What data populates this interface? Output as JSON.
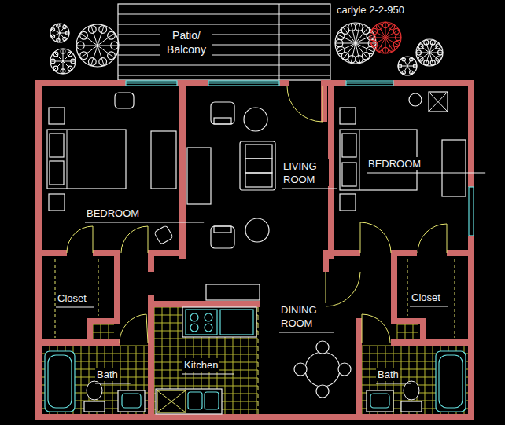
{
  "diagram": {
    "title": "carlyle 2-2-950",
    "labels": [
      "Patio/ Balcony",
      "BEDROOM",
      "LIVING ROOM",
      "BEDROOM",
      "Closet",
      "Closet",
      "DINING ROOM",
      "Bath",
      "Kitchen",
      "Bath"
    ]
  }
}
